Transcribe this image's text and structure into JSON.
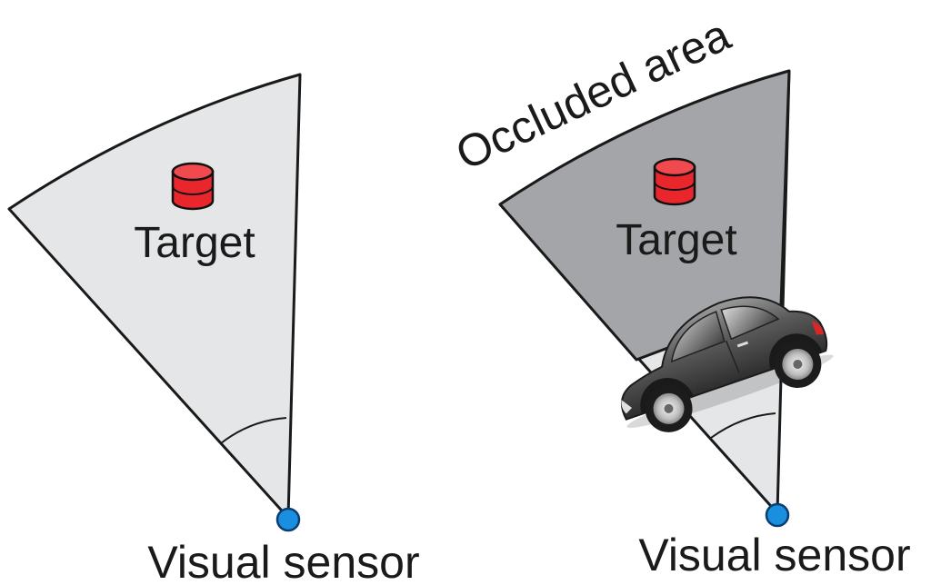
{
  "panels": {
    "left": {
      "target_label": "Target",
      "sensor_label": "Visual sensor"
    },
    "right": {
      "occluded_label": "Occluded area",
      "target_label": "Target",
      "sensor_label": "Visual sensor"
    }
  },
  "icons": {
    "target": "red-cylinder-icon",
    "sensor": "blue-dot-icon",
    "occluder": "car-icon"
  },
  "colors": {
    "fov_fill": "#e4e6e7",
    "occluded_fill": "#a3a5a8",
    "outline": "#1a1a1a",
    "target_red": "#e8262c",
    "sensor_blue": "#1a8fe0",
    "text": "#1a1a1a"
  }
}
